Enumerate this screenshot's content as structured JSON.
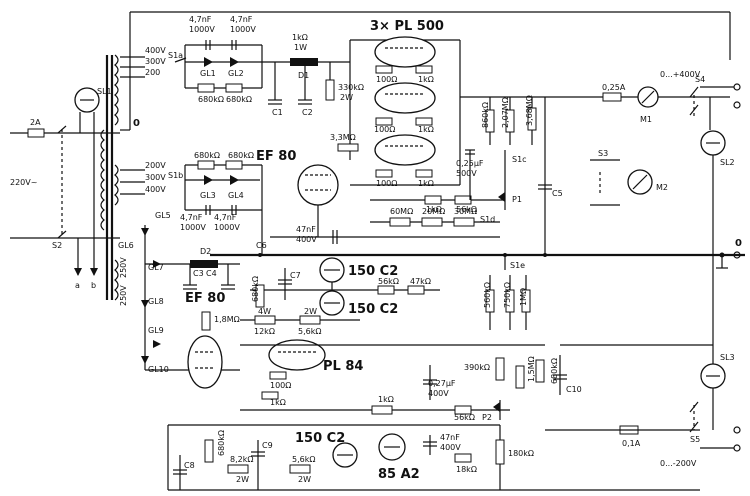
{
  "tubes": {
    "pl500": "3× PL 500",
    "ef80a": "EF 80",
    "ef80b": "EF 80",
    "pl84": "PL 84",
    "vr1": "150 C2",
    "vr2": "150 C2",
    "vr3": "150 C2",
    "ref": "85 A2"
  },
  "transformer": {
    "taps_top": [
      "400V",
      "300V",
      "200"
    ],
    "taps_mid": [
      "200V",
      "300V",
      "400V"
    ],
    "taps_low": [
      "250V",
      "250V"
    ],
    "zero": "0",
    "name": "GL6"
  },
  "mains": {
    "fuse": "2A",
    "lamp": "SL1",
    "voltage": "220V~",
    "switch": "S2",
    "a": "a",
    "b": "b"
  },
  "switches": {
    "s1a": "S1a",
    "s1b": "S1b",
    "s1c": "S1c",
    "s1d": "S1d",
    "s1e": "S1e",
    "s3": "S3",
    "s4": "S4",
    "s5": "S5"
  },
  "diodes": {
    "gl1": "GL1",
    "gl2": "GL2",
    "gl3": "GL3",
    "gl4": "GL4",
    "gl5": "GL5",
    "gl7": "GL7",
    "gl8": "GL8",
    "gl9": "GL9",
    "gl10": "GL10",
    "d1": "D1",
    "d2": "D2"
  },
  "caps": {
    "c1": "C1",
    "c2": "C2",
    "c3": "C3",
    "c4": "C4",
    "c5": "C5",
    "c6": "C6",
    "c7": "C7",
    "c8": "C8",
    "c9": "C9",
    "c10": "C10",
    "c_top1": "4,7nF",
    "c_top1v": "1000V",
    "c_top2": "4,7nF",
    "c_top2v": "1000V",
    "c_mid1": "4,7nF",
    "c_mid1v": "1000V",
    "c_mid2": "4,7nF",
    "c_mid2v": "1000V",
    "c_47a": "47nF",
    "c_47av": "400V",
    "c_025": "0,25µF",
    "c_025v": "500V",
    "c_027": "0,27µF",
    "c_027v": "400V",
    "c_47b": "47nF",
    "c_47bv": "400V"
  },
  "resistors": {
    "r680a": "680kΩ",
    "r680b": "680kΩ",
    "r680c": "680kΩ",
    "r680d": "680kΩ",
    "r1k1w": "1kΩ",
    "r1w": "1W",
    "r330": "330kΩ",
    "r330w": "2W",
    "r100a": "100Ω",
    "r1ka": "1kΩ",
    "r100b": "100Ω",
    "r1kb": "1kΩ",
    "r100c": "100Ω",
    "r1kc": "1kΩ",
    "r33m": "3,3MΩ",
    "r860": "860kΩ",
    "r207": "2,07MΩ",
    "r368": "3,68MΩ",
    "r1kd": "1kΩ",
    "r56a": "56kΩ",
    "r60m": "60MΩ",
    "r20m": "20MΩ",
    "r30m": "30MΩ",
    "r56b": "56kΩ",
    "r47": "47kΩ",
    "r680e": "680kΩ",
    "r4w": "4W",
    "r12k": "12kΩ",
    "r2w": "2W",
    "r56c": "5,6kΩ",
    "r560": "560kΩ",
    "r750": "750kΩ",
    "r1m": "1MΩ",
    "r18m": "1,8MΩ",
    "r100d": "100Ω",
    "r1ke": "1kΩ",
    "r390": "390kΩ",
    "r15m": "1,5MΩ",
    "r680f": "680kΩ",
    "r1kf": "1kΩ",
    "r56d": "56kΩ",
    "r680g": "680kΩ",
    "r82": "8,2kΩ",
    "r82w": "2W",
    "r56e": "5,6kΩ",
    "r56ew": "2W",
    "r18k": "18kΩ",
    "r180": "180kΩ"
  },
  "pots": {
    "p1": "P1",
    "p2": "P2"
  },
  "meters": {
    "m1": "M1",
    "m2": "M2"
  },
  "fuses": {
    "f025": "0,25A",
    "f01": "0,1A"
  },
  "lamps": {
    "sl2": "SL2",
    "sl3": "SL3"
  },
  "outputs": {
    "pos": "0...+400V",
    "zero": "0",
    "neg": "0...-200V"
  }
}
